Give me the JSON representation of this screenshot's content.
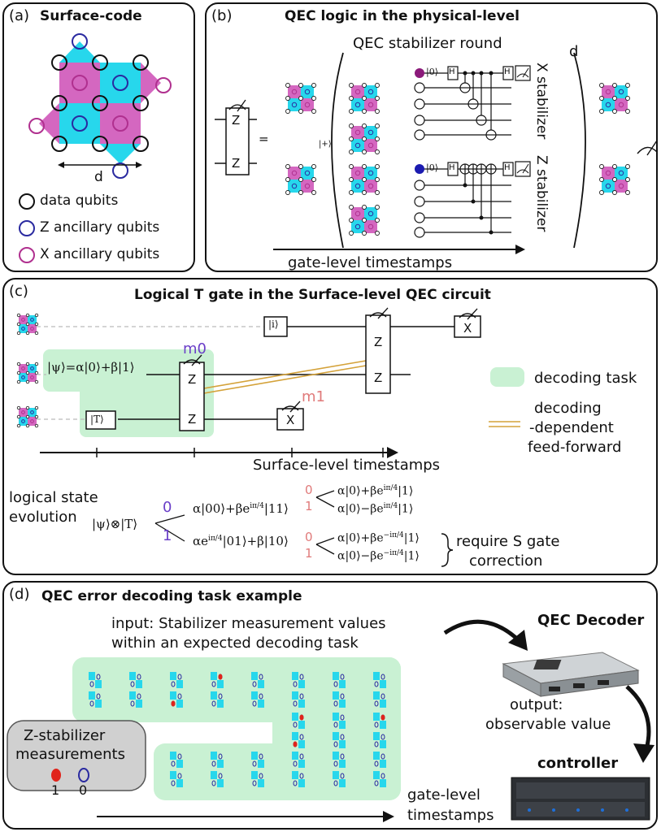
{
  "panel_a": {
    "tag": "(a)",
    "title": "Surface-code",
    "dim_label": "d",
    "legend": [
      {
        "label": "data qubits",
        "color": "#111111"
      },
      {
        "label": "Z ancillary qubits",
        "color": "#2a2aa0"
      },
      {
        "label": "X ancillary qubits",
        "color": "#b0308f"
      }
    ]
  },
  "panel_b": {
    "tag": "(b)",
    "title": "QEC logic in the physical-level",
    "meas_z_top": "Z",
    "meas_z_bottom": "Z",
    "equals": "=",
    "plus_state": "|+⟩",
    "round_label": "QEC stabilizer round",
    "repeat_label": "d",
    "ket0_x": "|0⟩",
    "ket0_z": "|0⟩",
    "h_gate": "H",
    "x_stabilizer": "X stabilizer",
    "z_stabilizer": "Z stabilizer",
    "axis_label": "gate-level timestamps"
  },
  "panel_c": {
    "tag": "(c)",
    "title": "Logical T gate in the Surface-level QEC circuit",
    "ket_i": "|i⟩",
    "ket_psi": "|ψ⟩=α|0⟩+β|1⟩",
    "ket_t": "|T⟩",
    "m0": "m0",
    "m1": "m1",
    "z": "Z",
    "x": "X",
    "legend_task": "decoding task",
    "legend_ff_1": "decoding",
    "legend_ff_2": "-dependent",
    "legend_ff_3": "feed-forward",
    "axis_label": "Surface-level timestamps",
    "evolution_1": "logical state",
    "evolution_2": "evolution",
    "initial_state": "|ψ⟩⊗|T⟩",
    "branch0": "0",
    "branch1": "1",
    "state_00_11": "α|00⟩+βe",
    "state_00_11_exp": "iπ/4",
    "state_00_11_tail": "|11⟩",
    "state_01_10": "αe",
    "state_01_10_exp": "iπ/4",
    "state_01_10_tail": "|01⟩+β|10⟩",
    "out_a": "α|0⟩+βe",
    "out_a_exp": "iπ/4",
    "out_a_tail": "|1⟩",
    "out_b": "α|0⟩−βe",
    "out_b_exp": "iπ/4",
    "out_b_tail": "|1⟩",
    "out_c": "α|0⟩+βe",
    "out_c_exp": "−iπ/4",
    "out_c_tail": "|1⟩",
    "out_d": "α|0⟩−βe",
    "out_d_exp": "−iπ/4",
    "out_d_tail": "|1⟩",
    "require_1": "require S gate",
    "require_2": "correction",
    "colors": {
      "m0": "#6a3fc8",
      "m1": "#e07a7a",
      "task": "#c9f1d3",
      "ff": "#d4a23a"
    }
  },
  "panel_d": {
    "tag": "(d)",
    "title": "QEC error decoding task example",
    "input_1": "input: Stabilizer measurement values",
    "input_2": "within an expected decoding task",
    "decoder_label": "QEC Decoder",
    "output_1": "output:",
    "output_2": "observable value",
    "controller_label": "controller",
    "legend_1": "Z-stabilizer",
    "legend_2": "measurements",
    "legend_val1": "1",
    "legend_val0": "0",
    "axis_1": "gate-level",
    "axis_2": "timestamps"
  },
  "colors": {
    "cyan": "#27d7ec",
    "magenta": "#d467c0",
    "zblue": "#2a2aa0",
    "xpurple": "#b0308f",
    "red": "#e0241b"
  }
}
